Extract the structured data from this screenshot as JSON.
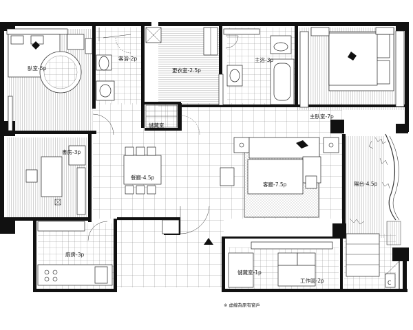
{
  "rooms": {
    "bedroom_left": "臥室-5p",
    "guest_bath": "客浴-2p",
    "dressing_room": "更衣室-2.5p",
    "master_bath": "主浴-3p",
    "master_bedroom": "主臥室-7p",
    "storage_small": "儲藏室",
    "study": "書房-3p",
    "dining": "餐廳-4.5p",
    "living": "客廳-7.5p",
    "balcony": "陽台-4.5p",
    "kitchen": "廚房-3p",
    "storage_room": "儲藏室-1p",
    "workspace": "工作區-2p"
  },
  "note": "※ 虛線為原有窗戶",
  "marks": {
    "c_label": "C"
  },
  "colors": {
    "wall": "#111111",
    "line": "#333333",
    "background": "#ffffff"
  }
}
